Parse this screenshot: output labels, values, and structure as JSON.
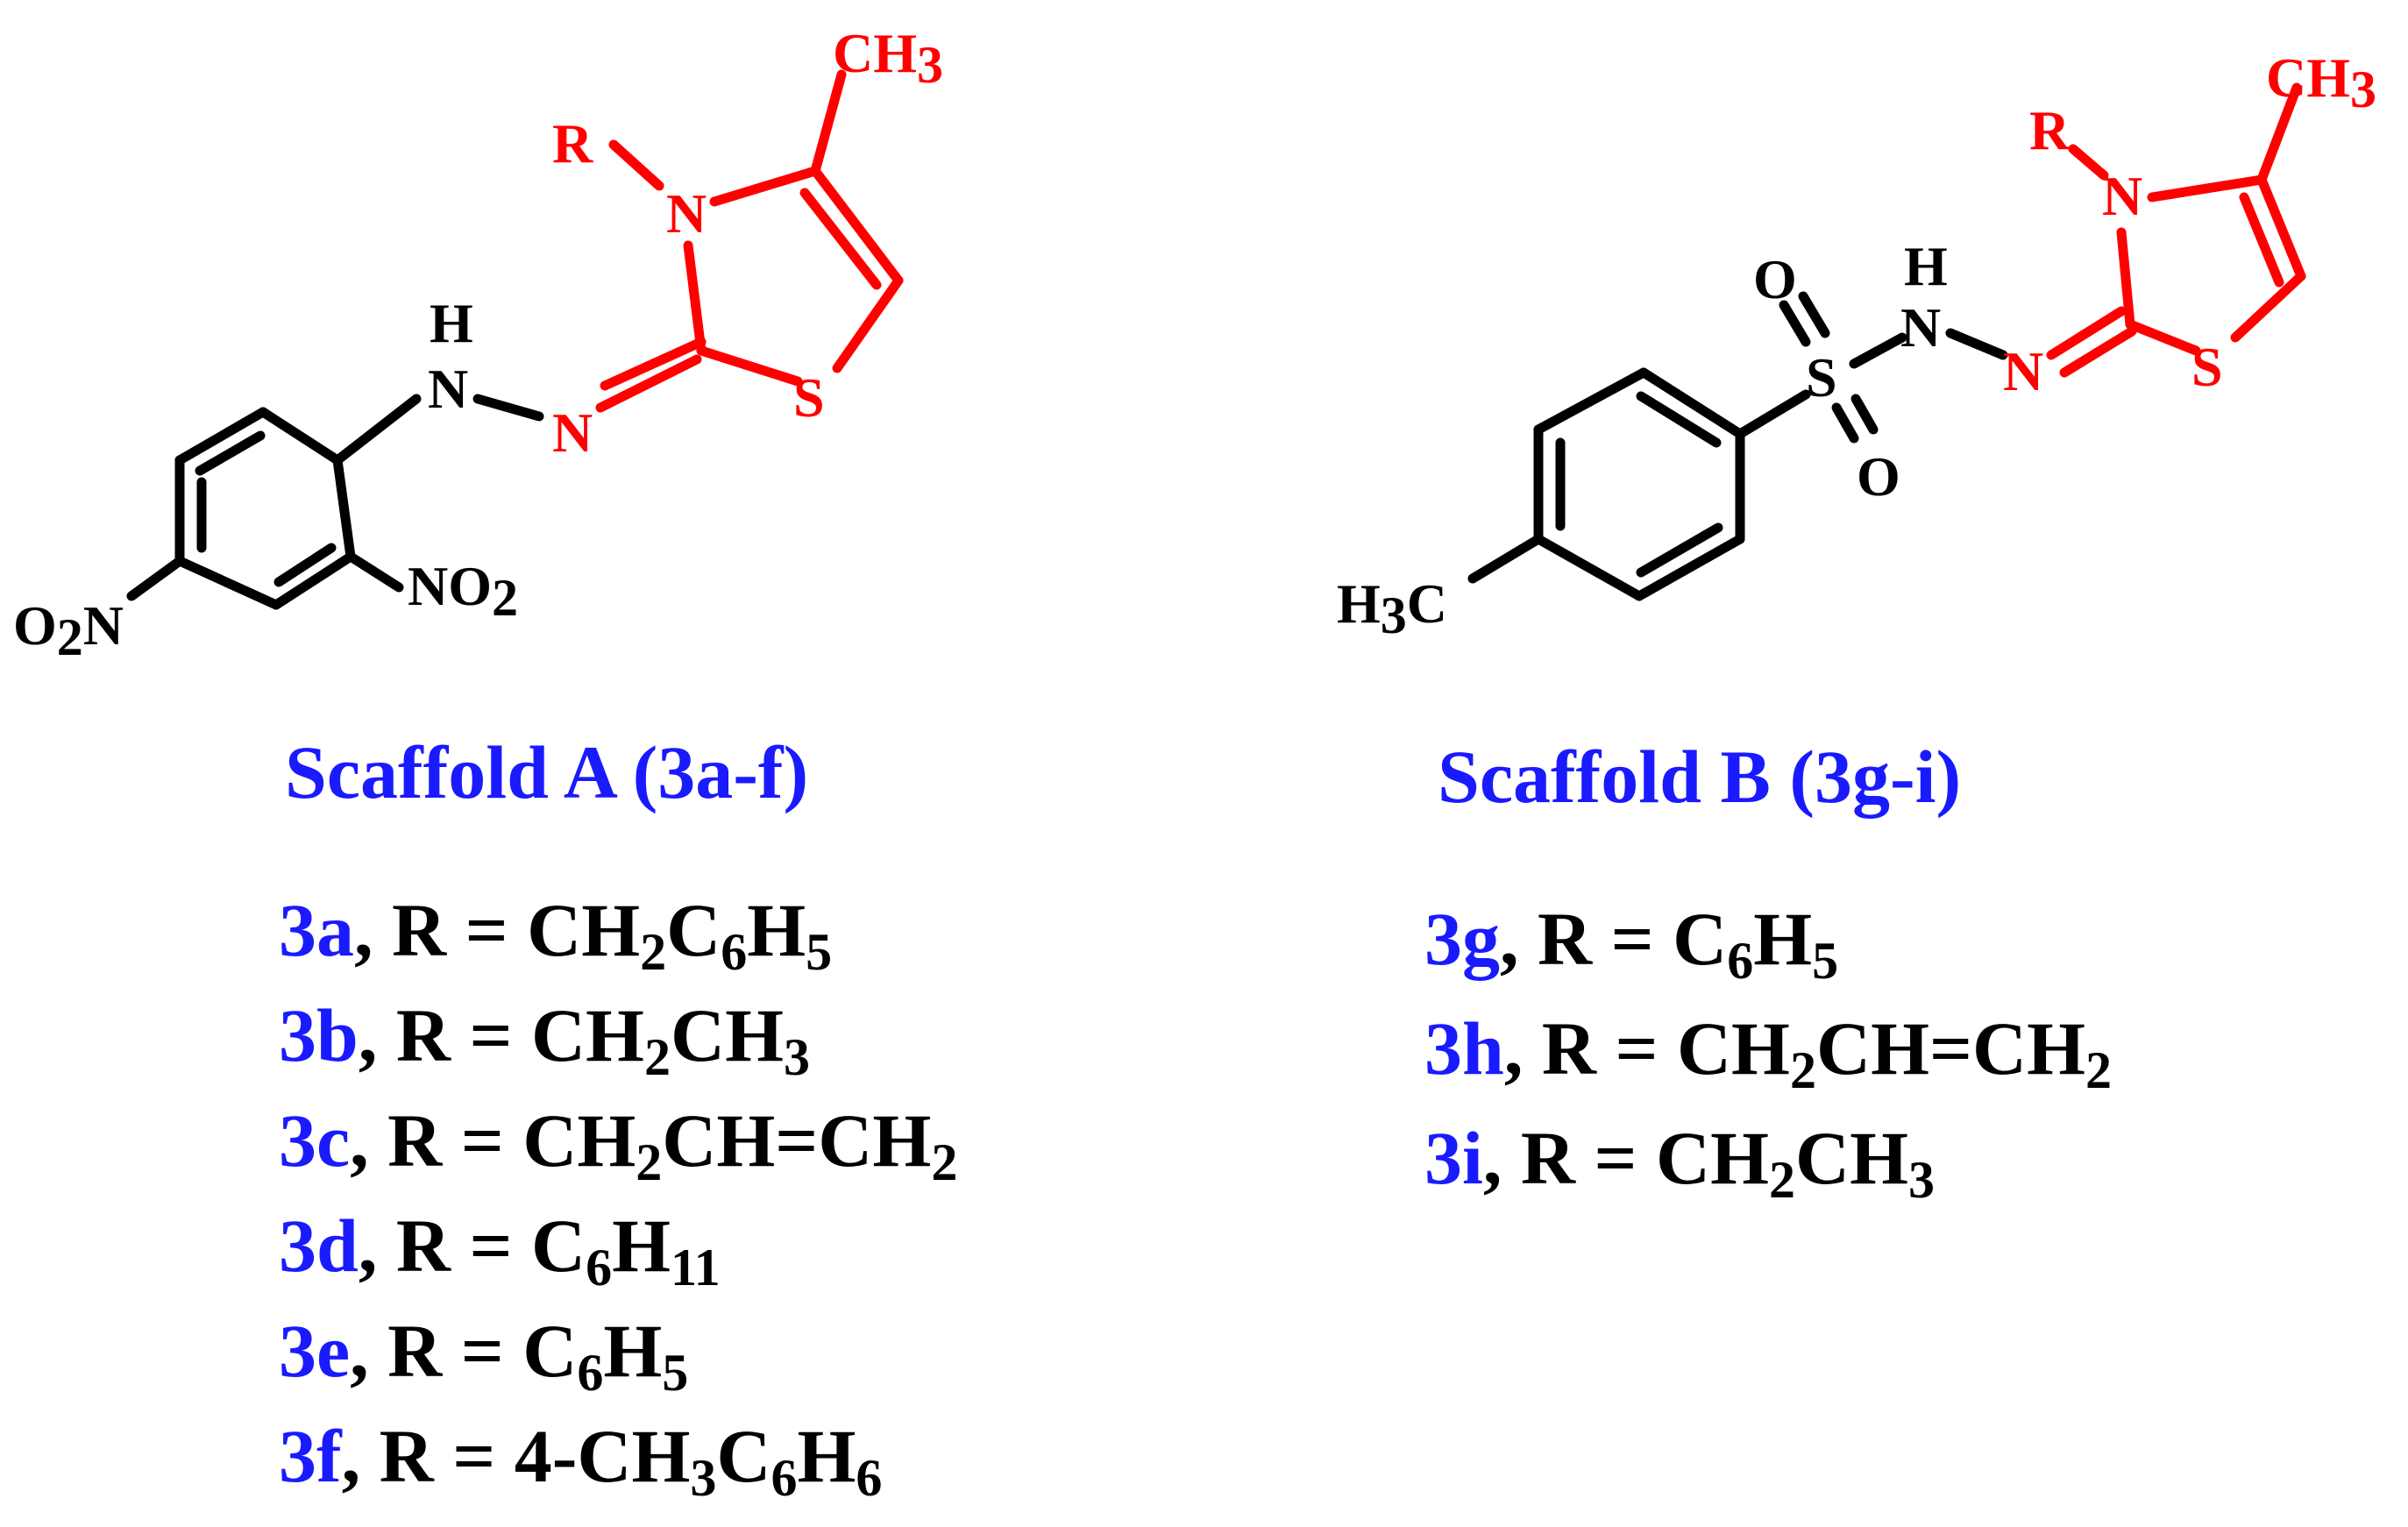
{
  "colors": {
    "bond": "#000000",
    "ring": "#ff0000",
    "label": "#1a1aff",
    "text": "#000000"
  },
  "scaffold_a": {
    "heading": "Scaffold A (3a-f)",
    "atoms": {
      "ch3": "CH3",
      "r": "R",
      "n_ring": "N",
      "s": "S",
      "n_imine": "N",
      "h": "H",
      "n_h": "N",
      "no2": "NO2",
      "o2n": "O2N"
    },
    "entries": [
      {
        "label": "3a",
        "formula": ", R = CH2C6H5"
      },
      {
        "label": "3b",
        "formula": ", R = CH2CH3"
      },
      {
        "label": "3c",
        "formula": ", R = CH2CH=CH2"
      },
      {
        "label": "3d",
        "formula": ", R = C6H11"
      },
      {
        "label": "3e",
        "formula": ", R = C6H5"
      },
      {
        "label": "3f",
        "formula": ", R = 4-CH3C6H6"
      }
    ]
  },
  "scaffold_b": {
    "heading": "Scaffold B (3g-i)",
    "atoms": {
      "ch3": "CH3",
      "r": "R",
      "n_ring": "N",
      "s_ring": "S",
      "n_imine": "N",
      "h": "H",
      "n_h": "N",
      "s_sulfonyl": "S",
      "o_top": "O",
      "o_bottom": "O",
      "h3c": "H3C"
    },
    "entries": [
      {
        "label": "3g",
        "formula": ", R = C6H5"
      },
      {
        "label": "3h",
        "formula": ", R = CH2CH=CH2"
      },
      {
        "label": "3i",
        "formula": ",  R = CH2CH3"
      }
    ]
  }
}
